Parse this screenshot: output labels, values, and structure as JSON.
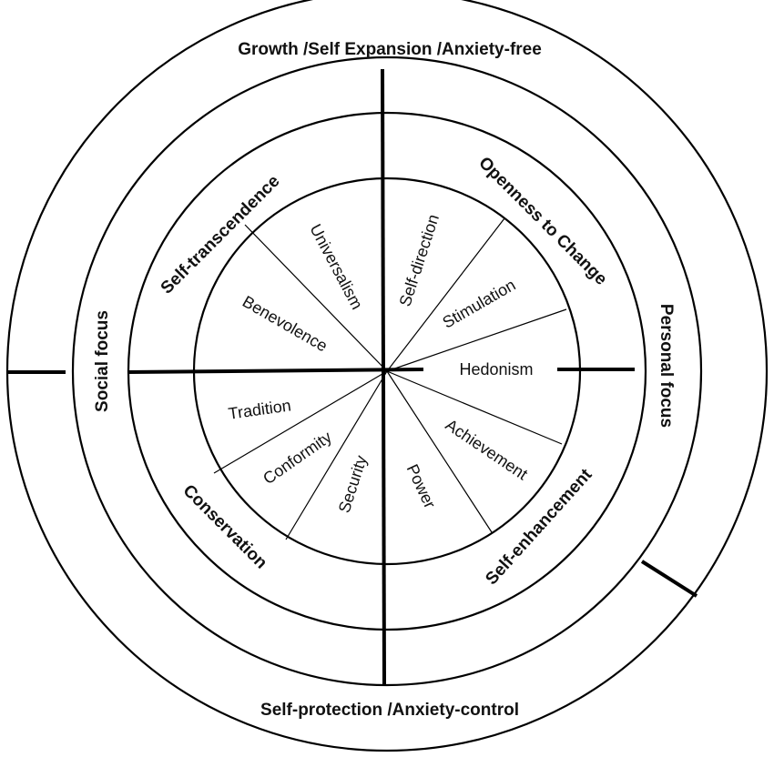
{
  "outer_top": "Growth /Self Expansion /Anxiety-free",
  "outer_bottom": "Self-protection /Anxiety-control",
  "outer_left": "Social focus",
  "outer_right": "Personal focus",
  "middle": {
    "top_left": "Self-transcendence",
    "top_right": "Openness to Change",
    "bottom_left": "Conservation",
    "bottom_right": "Self-enhancement"
  },
  "values": {
    "universalism": "Universalism",
    "benevolence": "Benevolence",
    "self_direction": "Self-direction",
    "stimulation": "Stimulation",
    "hedonism": "Hedonism",
    "achievement": "Achievement",
    "power": "Power",
    "security": "Security",
    "conformity": "Conformity",
    "tradition": "Tradition"
  }
}
